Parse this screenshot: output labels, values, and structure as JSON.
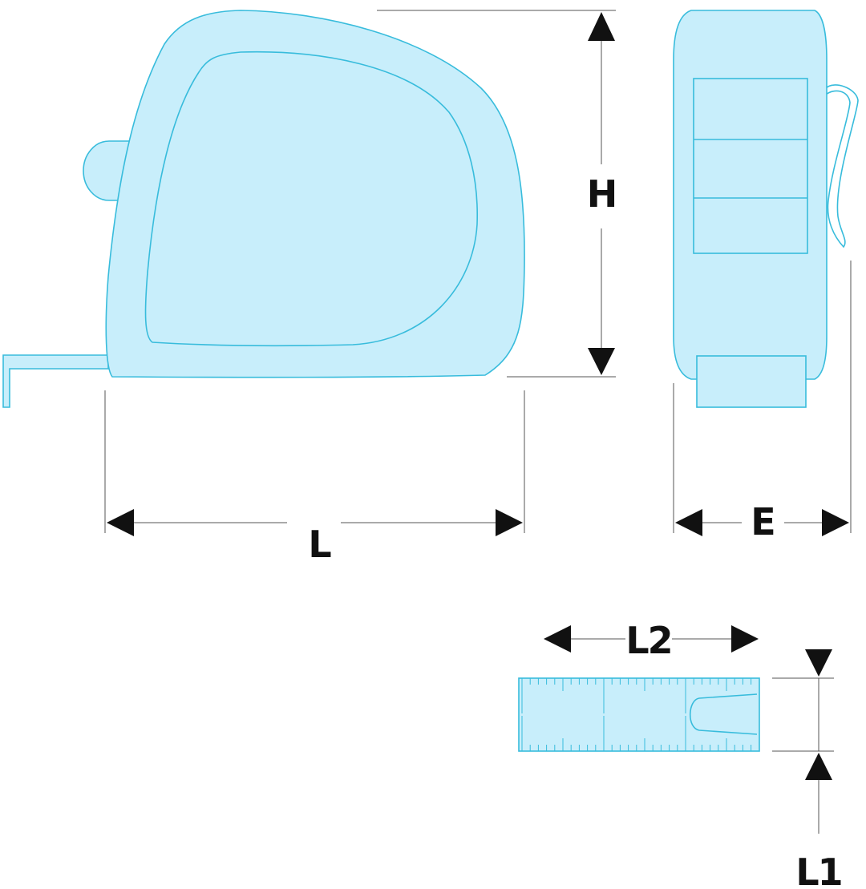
{
  "labels": {
    "height": "H",
    "length": "L",
    "width": "E",
    "blade_width": "L2",
    "blade_thickness": "L1"
  },
  "colors": {
    "fill": "#c8eefb",
    "stroke": "#38bcdc",
    "dimension_line": "#555555",
    "text": "#111111"
  },
  "icons": {
    "side_view": "tape-measure-side-icon",
    "front_view": "tape-measure-front-icon",
    "blade": "tape-blade-icon",
    "arrows": "arrow-icon"
  }
}
